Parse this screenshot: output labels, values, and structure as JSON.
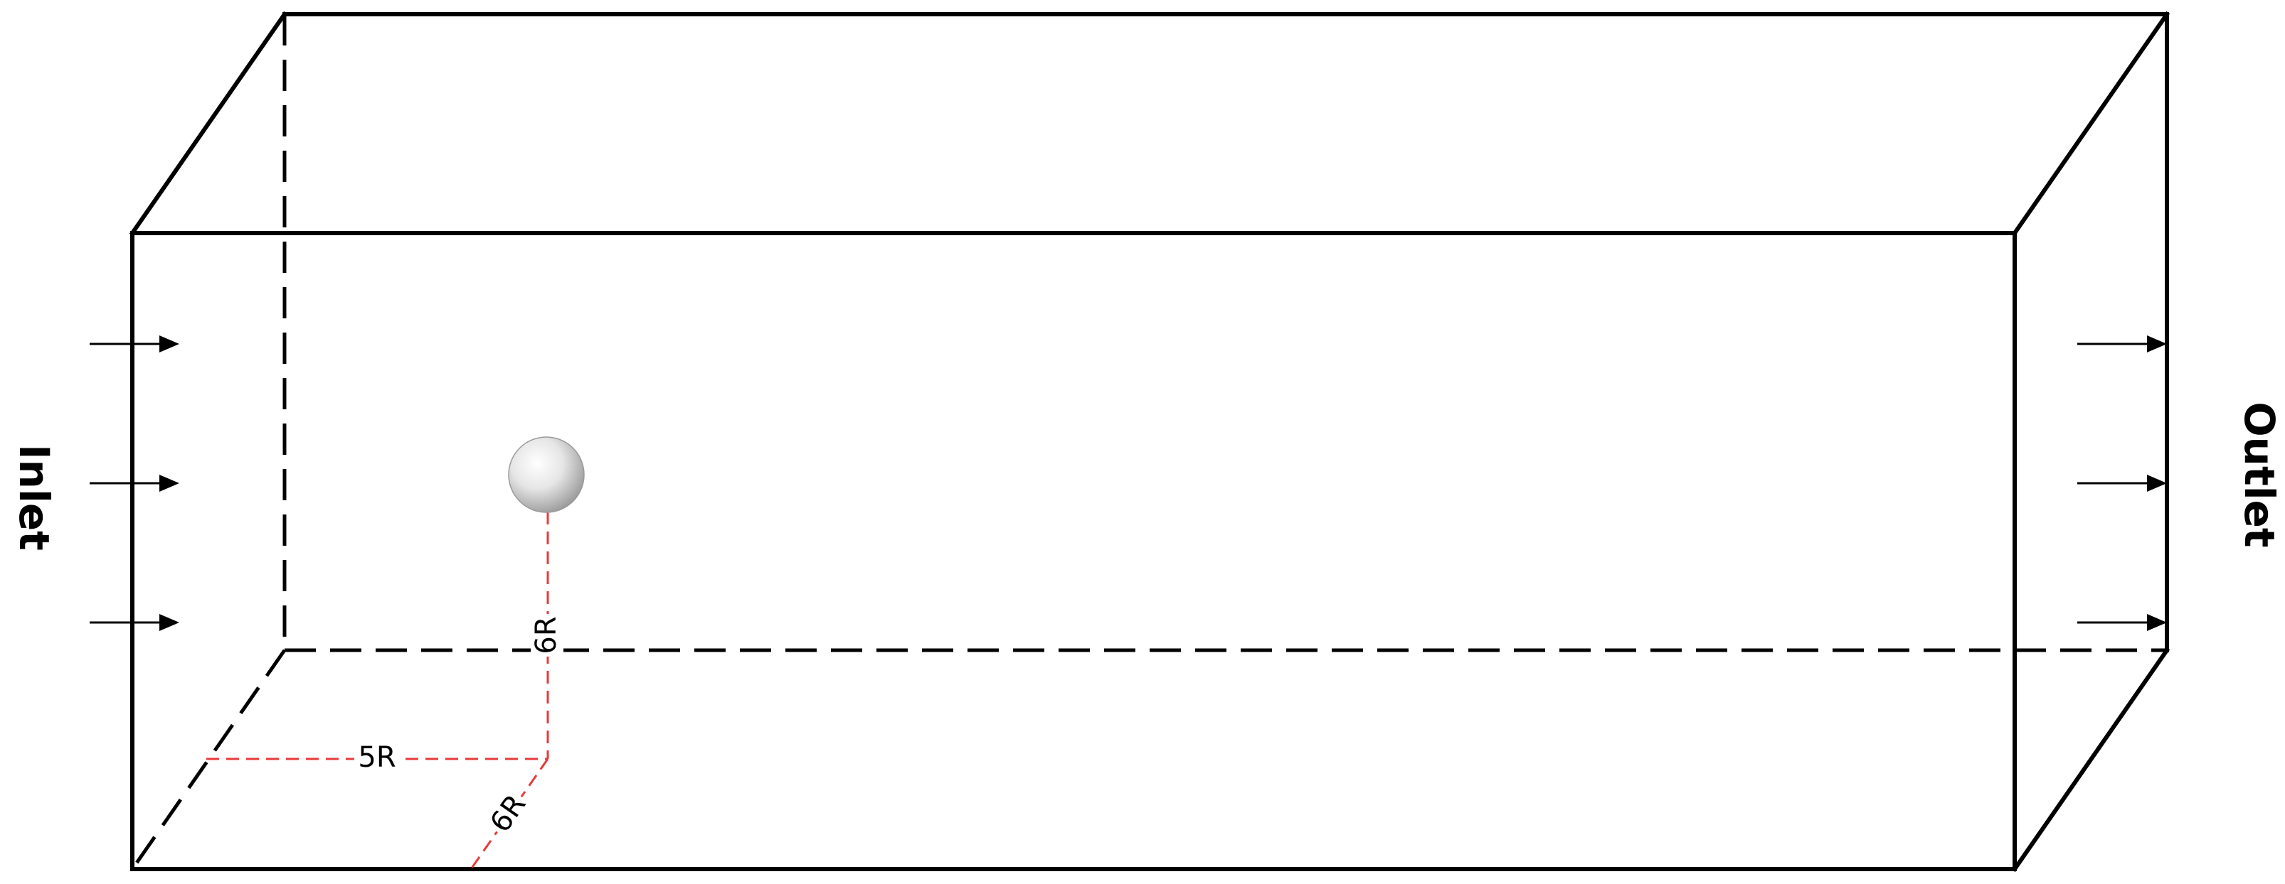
{
  "diagram": {
    "inlet_label": "Inlet",
    "outlet_label": "Outlet",
    "dimensions": {
      "height_to_sphere": "6R",
      "distance_from_side": "5R",
      "distance_from_front": "6R"
    },
    "colors": {
      "edges": "#000000",
      "dimension_lines": "#e83a3a",
      "sphere": "#d8d8d8",
      "background": "#ffffff"
    },
    "icons": {
      "flow_arrow": "right-arrow-icon",
      "particle": "sphere-icon"
    }
  }
}
